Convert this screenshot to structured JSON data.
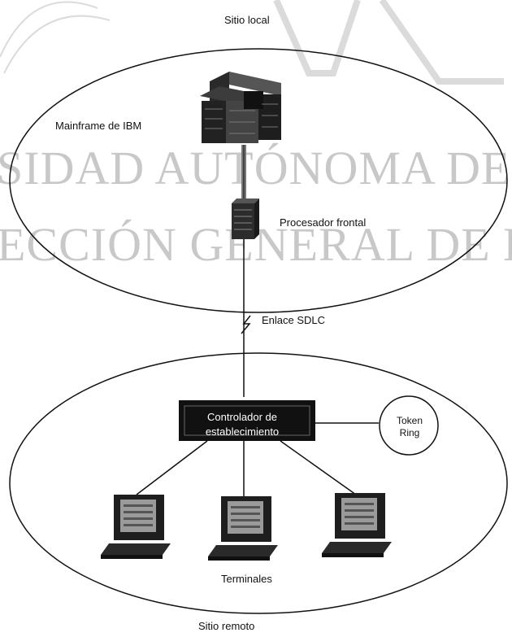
{
  "watermark": {
    "line1": "SIDAD AUTÓNOMA DE",
    "line2": "ECCIÓN GENERAL DE BIB"
  },
  "diagram": {
    "local_site_label": "Sitio local",
    "mainframe_label": "Mainframe de IBM",
    "fep_label": "Procesador frontal",
    "link_label": "Enlace SDLC",
    "controller_line1": "Controlador de",
    "controller_line2": "establecimiento",
    "token_ring_line1": "Token",
    "token_ring_line2": "Ring",
    "terminals_label": "Terminales",
    "remote_site_label": "Sitio remoto"
  }
}
